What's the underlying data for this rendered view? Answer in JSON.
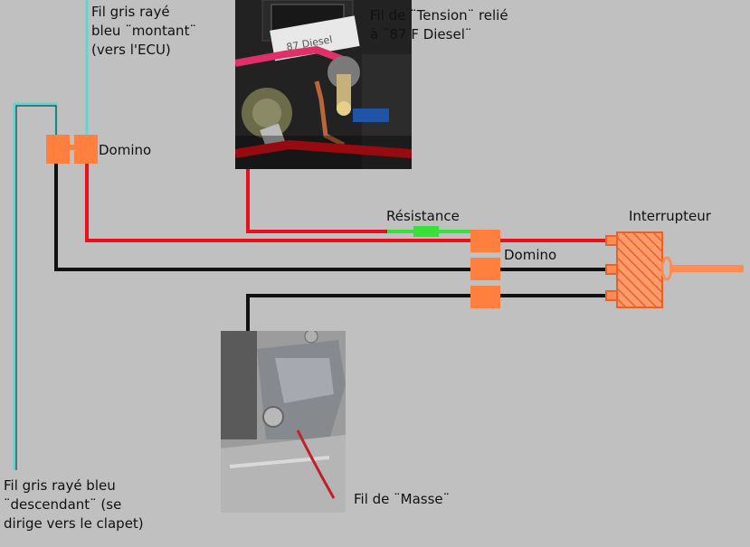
{
  "labels": {
    "wire_up": "Fil gris rayé\nbleu ¨montant¨\n(vers l'ECU)",
    "voltage_wire": "Fil de ¨Tension¨ relié\nà ¨87 F Diesel¨",
    "domino_left": "Domino",
    "resistance": "Résistance",
    "domino_right": "Domino",
    "switch": "Interrupteur",
    "wire_down": "Fil gris rayé bleu\n¨descendant¨ (se\ndirige vers le clapet)",
    "ground_wire": "Fil de ¨Masse¨"
  },
  "photo_top": {
    "relay_label": "87 Diesel"
  },
  "colors": {
    "background": "#c0c0c0",
    "wire_red": "#e8101a",
    "wire_black": "#111111",
    "wire_cyan": "#5fd6d6",
    "wire_green": "#39e03a",
    "domino_orange": "#ff7f3e"
  }
}
